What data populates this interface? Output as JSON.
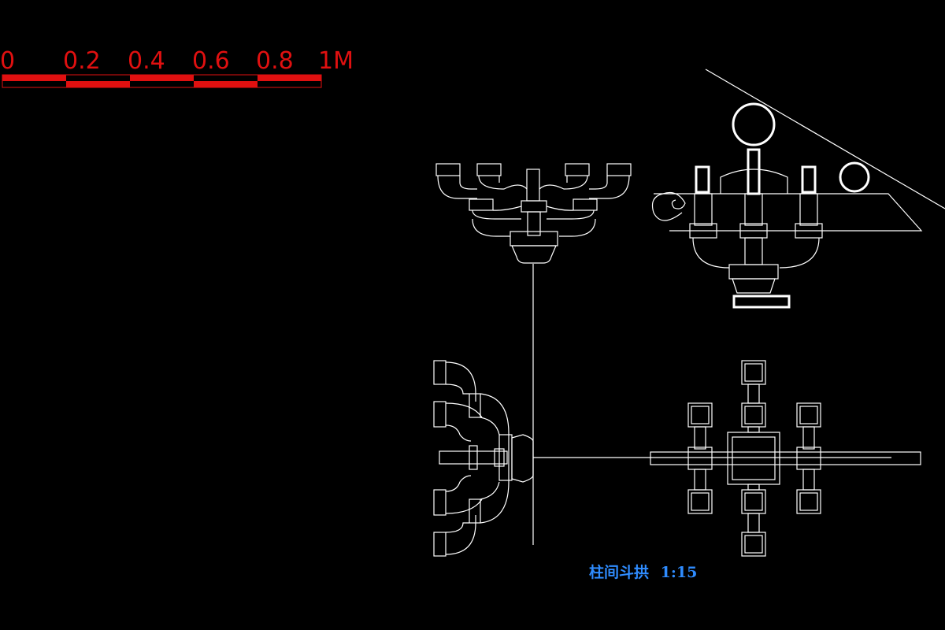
{
  "scale_bar": {
    "labels": [
      "0",
      "0.2",
      "0.4",
      "0.6",
      "0.8",
      "1M"
    ],
    "color": "#e01010"
  },
  "drawing": {
    "caption_title": "柱间斗拱",
    "caption_scale": "1:15",
    "caption_color": "#2f8cff",
    "line_color": "#ffffff",
    "background": "#000000",
    "views": [
      "front-elevation",
      "side-section",
      "side-elevation",
      "plan"
    ]
  }
}
